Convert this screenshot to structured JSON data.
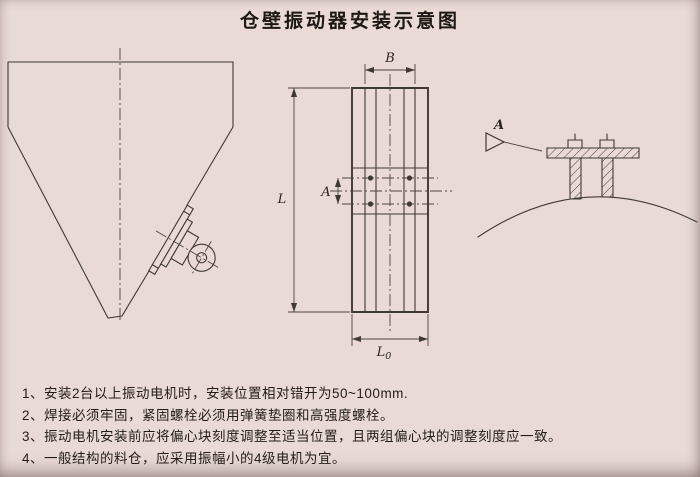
{
  "page": {
    "title": "仓壁振动器安装示意图",
    "background_color": "#e9dad6",
    "line_color": "#3f3933"
  },
  "plate_dimensions": {
    "width_top": "B",
    "height_left": "L",
    "bolt_spacing": "A",
    "width_bottom_main": "L",
    "width_bottom_sub": "0"
  },
  "section_view": {
    "view_label": "A"
  },
  "notes": [
    "1、安装2台以上振动电机时，安装位置相对错开为50~100mm.",
    "2、焊接必须牢固，紧固螺栓必须用弹簧垫圈和高强度螺栓。",
    "3、振动电机安装前应将偏心块刻度调整至适当位置，且两组偏心块的调整刻度应一致。",
    "4、一般结构的料仓，应采用振幅小的4级电机为宜。"
  ]
}
